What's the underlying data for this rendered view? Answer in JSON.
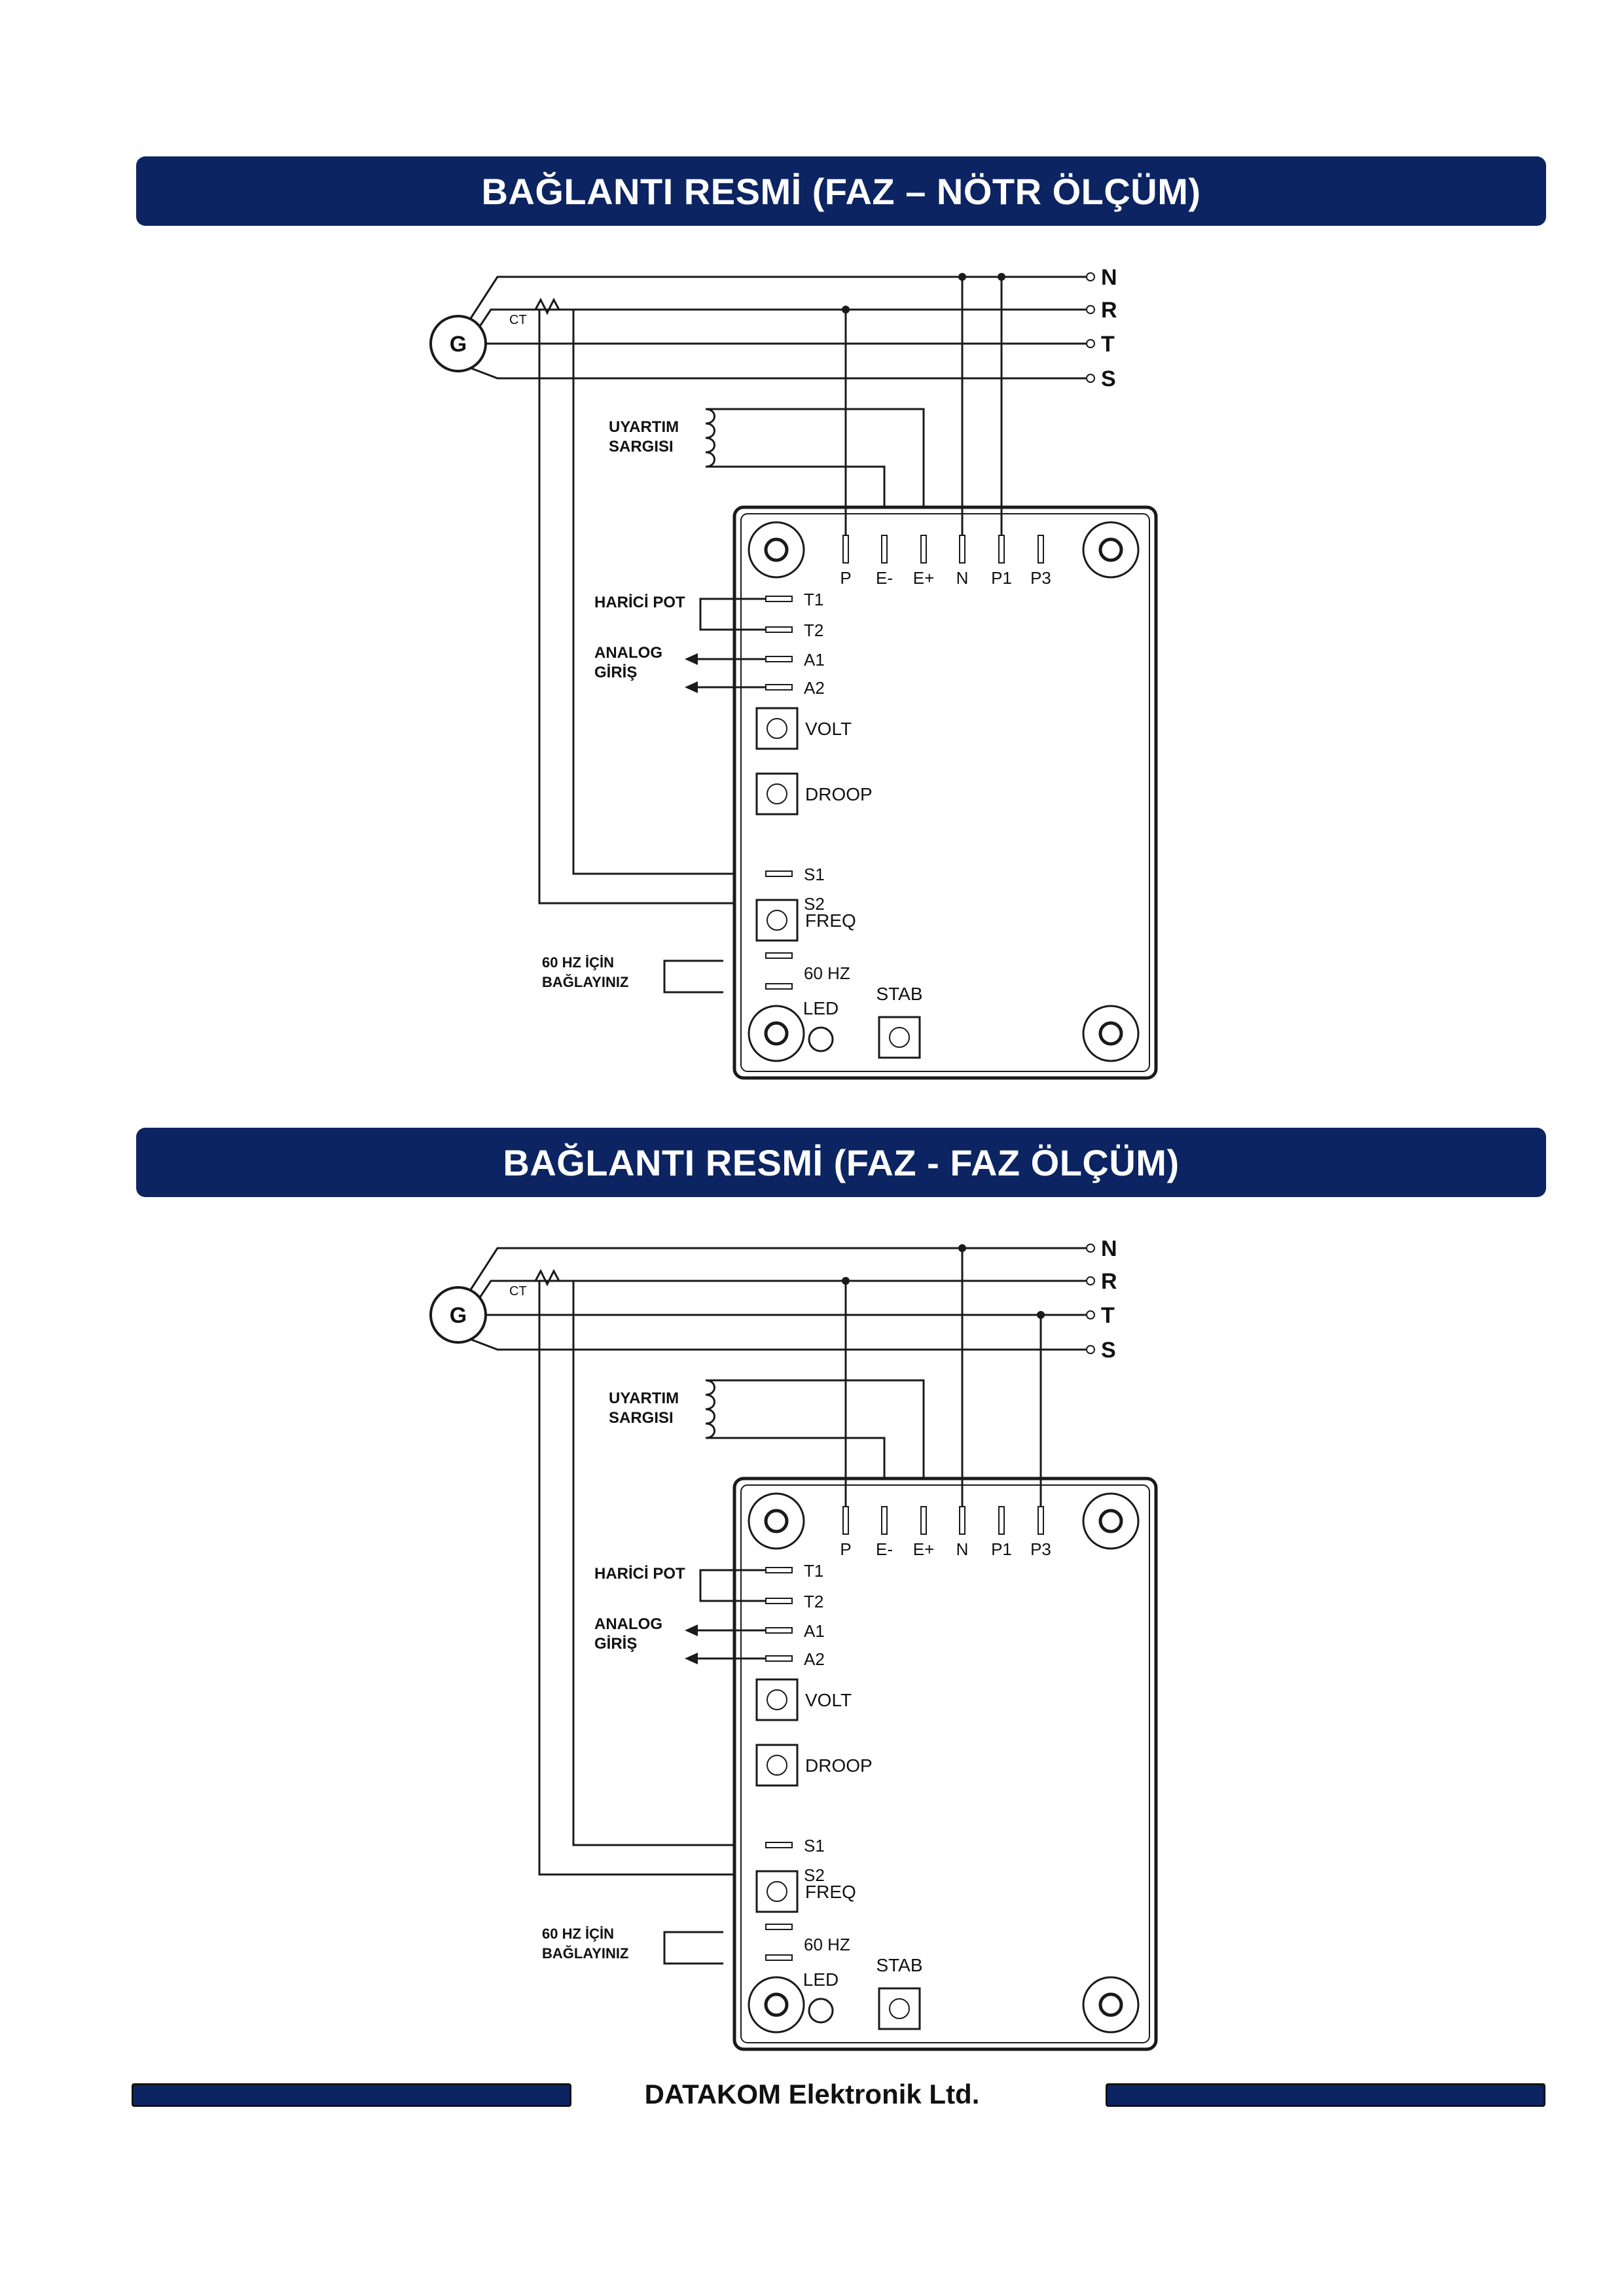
{
  "colors": {
    "banner": "#0c2462",
    "line": "#1a1a1a",
    "board": "#ffffff"
  },
  "sections": [
    {
      "title": "BAĞLANTI RESMİ (FAZ – NÖTR ÖLÇÜM)",
      "mode": "phase-neutral",
      "generator_label": "G",
      "ct_label": "CT",
      "phase_labels": [
        "N",
        "R",
        "T",
        "S"
      ],
      "winding_label": [
        "UYARTIM",
        "SARGISI"
      ],
      "top_terminals": [
        "P",
        "E-",
        "E+",
        "N",
        "P1",
        "P3"
      ],
      "side_terminals": [
        "T1",
        "T2",
        "A1",
        "A2"
      ],
      "pot_label": "HARİCİ POT",
      "analog_label": [
        "ANALOG",
        "GİRİŞ"
      ],
      "volt_label": "VOLT",
      "droop_label": "DROOP",
      "ct_terminals": [
        "S1",
        "S2"
      ],
      "freq_label": "FREQ",
      "hz_label": "60 HZ",
      "hz_note": [
        "60 HZ İÇİN",
        "BAĞLAYINIZ"
      ],
      "led_label": "LED",
      "stab_label": "STAB"
    },
    {
      "title": "BAĞLANTI RESMİ (FAZ - FAZ ÖLÇÜM)",
      "mode": "phase-phase",
      "generator_label": "G",
      "ct_label": "CT",
      "phase_labels": [
        "N",
        "R",
        "T",
        "S"
      ],
      "winding_label": [
        "UYARTIM",
        "SARGISI"
      ],
      "top_terminals": [
        "P",
        "E-",
        "E+",
        "N",
        "P1",
        "P3"
      ],
      "side_terminals": [
        "T1",
        "T2",
        "A1",
        "A2"
      ],
      "pot_label": "HARİCİ POT",
      "analog_label": [
        "ANALOG",
        "GİRİŞ"
      ],
      "volt_label": "VOLT",
      "droop_label": "DROOP",
      "ct_terminals": [
        "S1",
        "S2"
      ],
      "freq_label": "FREQ",
      "hz_label": "60 HZ",
      "hz_note": [
        "60 HZ İÇİN",
        "BAĞLAYINIZ"
      ],
      "led_label": "LED",
      "stab_label": "STAB"
    }
  ],
  "footer": {
    "company": "DATAKOM Elektronik Ltd."
  }
}
